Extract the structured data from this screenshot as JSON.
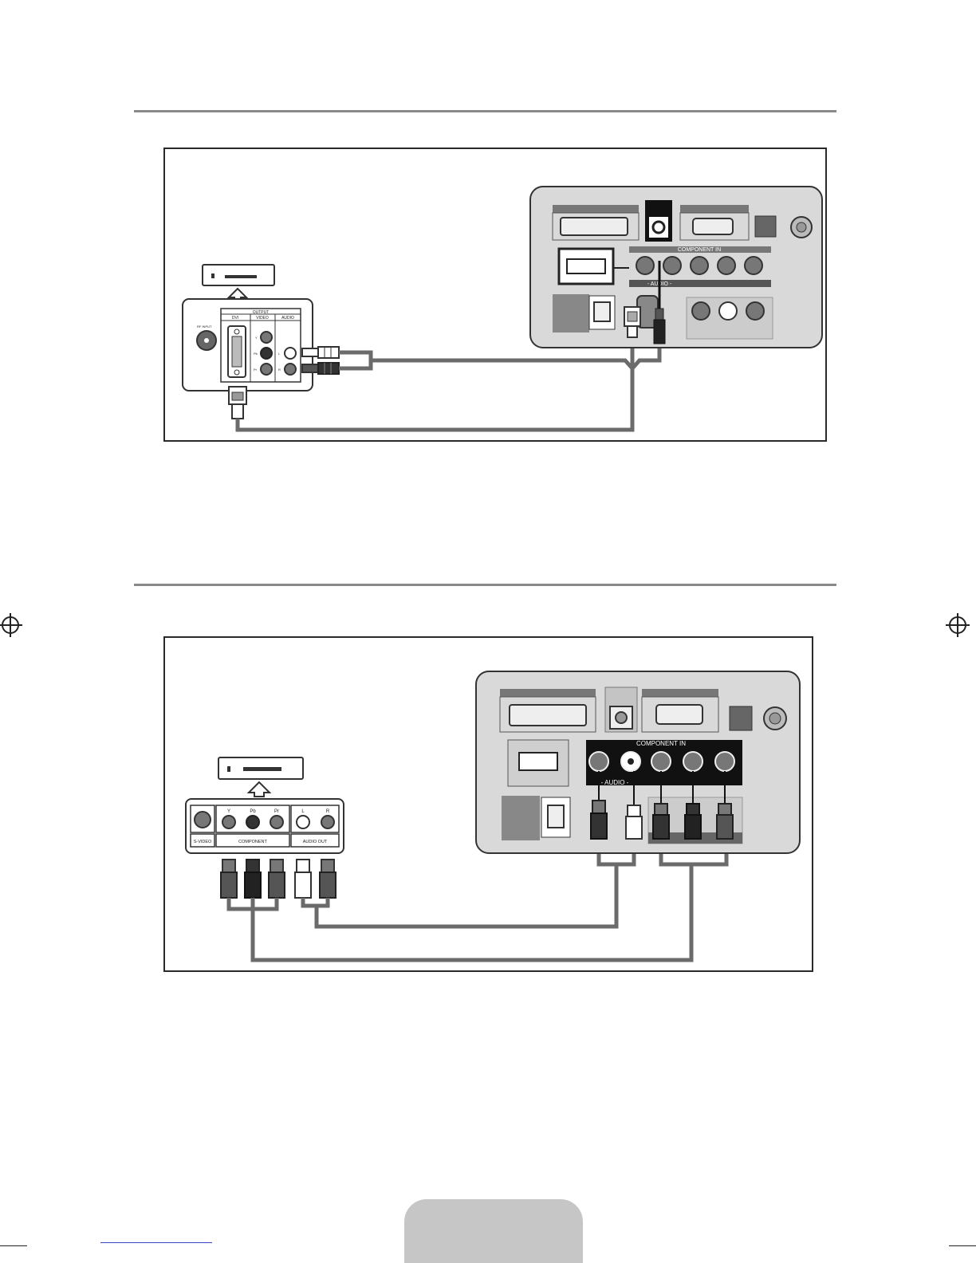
{
  "diagram1": {
    "output_panel": {
      "header": "OUTPUT",
      "col_dvi": "DVI",
      "col_video": "VIDEO",
      "col_audio": "AUDIO",
      "rf_input": "RF INPUT",
      "jack_y": "Y",
      "jack_pb": "Pb",
      "jack_pr": "Pr",
      "audio_l": "L",
      "audio_r": "R"
    },
    "tv_panel": {
      "component_in": "COMPONENT IN",
      "audio_label": "- AUDIO -"
    }
  },
  "diagram2": {
    "output_panel": {
      "jack_y": "Y",
      "jack_pb": "Pb",
      "jack_pr": "Pr",
      "audio_l": "L",
      "audio_r": "R",
      "svideo": "S-VIDEO",
      "component": "COMPONENT",
      "audio_out": "AUDIO OUT"
    },
    "tv_panel": {
      "component_in": "COMPONENT IN",
      "audio_label": "- AUDIO -"
    }
  },
  "colors": {
    "panel_fill": "#d9d9d9",
    "dark_port": "#6e6e6e",
    "cable": "#6b6b6b"
  }
}
